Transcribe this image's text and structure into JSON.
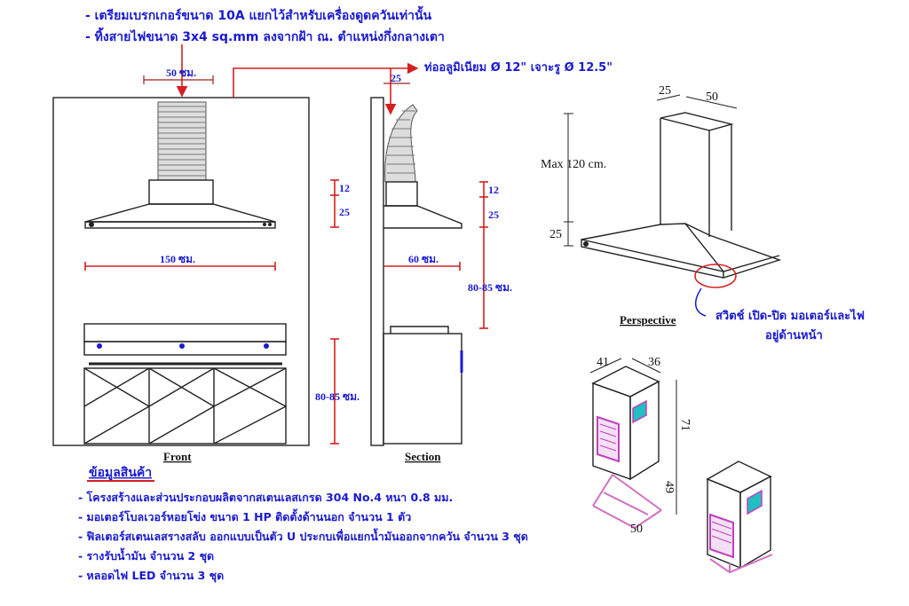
{
  "notes_top": [
    "- เตรียมเบรกเกอร์ขนาด 10A แยกไว้สำหรับเครื่องดูดควันเท่านั้น",
    "- ทิ้งสายไฟขนาด 3x4 sq.mm ลงจากฝ้า ณ. ตำแหน่งกึ่งกลางเตา"
  ],
  "duct_note": "ท่ออลูมิเนียม Ø 12\" เจาะรู Ø 12.5\"",
  "front": {
    "label": "Front",
    "dim_duct_width": "50 ซม.",
    "dim_hood_width": "150 ซม.",
    "dim_collar": "12",
    "dim_hood_height": "25",
    "dim_counter": "80-85 ซม."
  },
  "section": {
    "label": "Section",
    "dim_duct_offset": "25",
    "dim_collar": "12",
    "dim_hood_height": "25",
    "dim_depth": "60 ซม.",
    "dim_clearance": "80-85 ซม."
  },
  "perspective": {
    "label": "Perspective",
    "dim_max": "Max 120 cm.",
    "dim_hood": "25",
    "dim_depth": "25",
    "dim_width": "50",
    "switch_note": [
      "สวิตช์ เปิด-ปิด มอเตอร์และไฟ",
      "อยู่ด้านหน้า"
    ]
  },
  "motor": {
    "dim_a": "41",
    "dim_b": "36",
    "dim_height": "71",
    "dim_bracket": "49",
    "dim_bracket_depth": "50"
  },
  "product_info": {
    "title": "ข้อมูลสินค้า",
    "items": [
      "- โครงสร้างและส่วนประกอบผลิตจากสเตนเลสเกรด 304 No.4 หนา 0.8 มม.",
      "- มอเตอร์โบลเวอร์หอยโข่ง ขนาด 1 HP   ติดตั้งด้านนอก จำนวน 1 ตัว",
      "- ฟิลเตอร์สเตนเลสรางสลับ ออกแบบเป็นตัว U ประกบเพื่อแยกน้ำมันออกจากควัน จำนวน 3 ชุด",
      "- รางรับน้ำมัน จำนวน 2 ชุด",
      "- หลอดไฟ LED จำนวน 3 ชุด"
    ]
  },
  "colors": {
    "text_blue": "#1a1ad0",
    "dim_red": "#d42020",
    "grill_magenta": "#c040c0",
    "bracket_pink": "#d070c0"
  }
}
